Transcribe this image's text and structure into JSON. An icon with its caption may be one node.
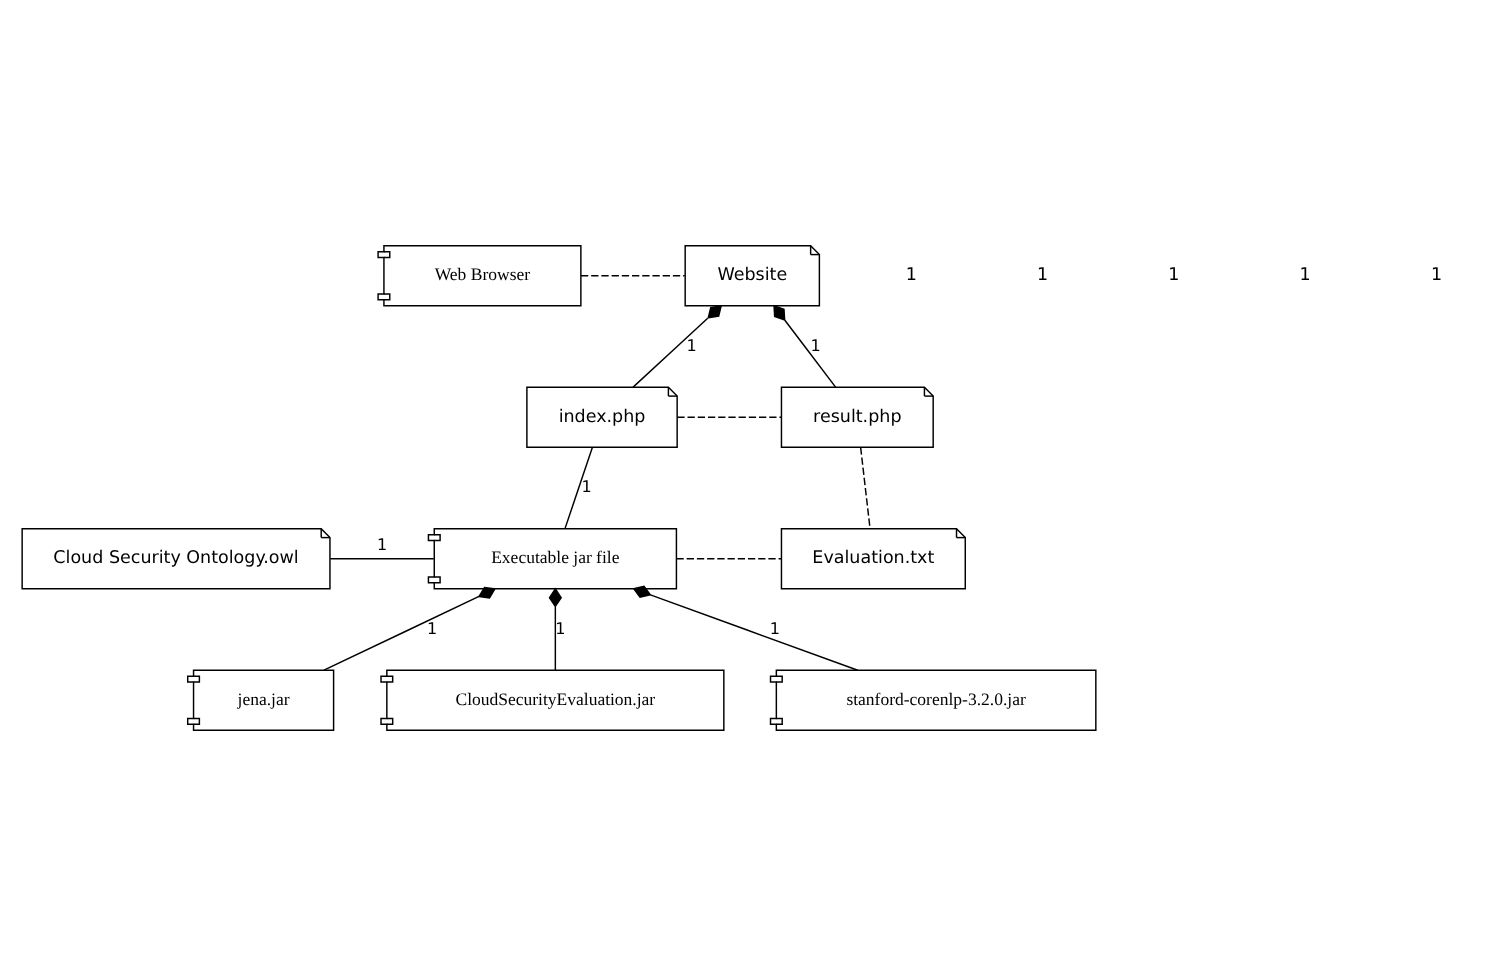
{
  "diagram": {
    "nodes": [
      {
        "text": [
          "Web Browser"
        ]
      },
      {
        "text": [
          "Website"
        ]
      },
      {
        "text": [
          "index.php"
        ]
      },
      {
        "text": [
          "result.php"
        ]
      },
      {
        "text": [
          "Cloud Security Ontology.owl"
        ]
      },
      {
        "text": [
          "Executable jar file"
        ]
      },
      {
        "text": [
          "Evaluation.txt"
        ]
      },
      {
        "text": [
          "jena.jar"
        ]
      },
      {
        "text": [
          "CloudSecurityEvaluation.jar"
        ]
      },
      {
        "text": [
          "stanford-corenlp-3.2.0.jar"
        ]
      }
    ],
    "edges": [
      {
        "from": 0,
        "to": 1,
        "arrow": "none",
        "style": "dashed"
      },
      {
        "from": 1,
        "to": 2,
        "arrow": "other",
        "label": "1"
      },
      {
        "from": 1,
        "to": 3,
        "arrow": "other",
        "label": "1"
      },
      {
        "from": 2,
        "to": 3,
        "arrow": "none",
        "style": "dashed"
      },
      {
        "from": 2,
        "to": 5,
        "arrow": "none",
        "label": "1"
      },
      {
        "from": 4,
        "to": 5,
        "arrow": "none",
        "label": "1"
      },
      {
        "from": 3,
        "to": 6,
        "arrow": "none",
        "style": "dashed"
      },
      {
        "from": 5,
        "to": 6,
        "arrow": "none",
        "style": "dashed"
      },
      {
        "from": 5,
        "to": 7,
        "arrow": "other",
        "label": "1"
      },
      {
        "from": 5,
        "to": 8,
        "arrow": "other",
        "label": "1"
      },
      {
        "from": 5,
        "to": 9,
        "arrow": "other",
        "label": "1"
      }
    ],
    "labels": [
      "1",
      "1",
      "1",
      "1",
      "1"
    ]
  }
}
